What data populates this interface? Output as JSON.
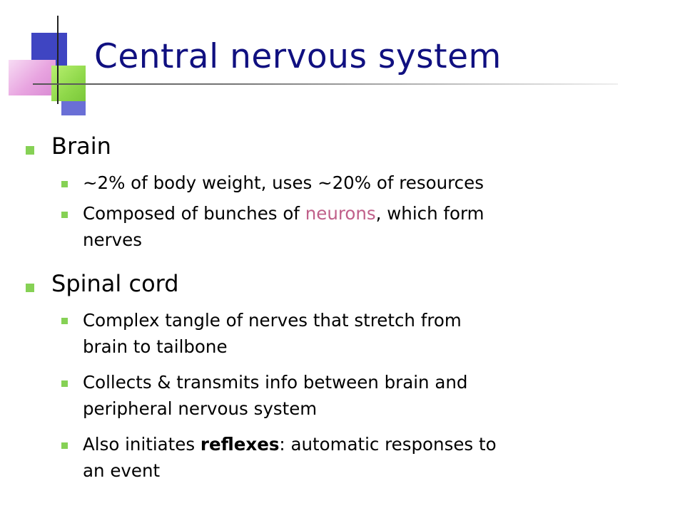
{
  "slide": {
    "title": "Central nervous system",
    "sections": [
      {
        "heading": "Brain",
        "items": [
          {
            "text": "~2% of body weight, uses ~20% of resources"
          },
          {
            "before": "Composed of bunches of ",
            "highlight": "neurons",
            "after": ", which form",
            "line2": "nerves"
          }
        ]
      },
      {
        "heading": "Spinal cord",
        "items": [
          {
            "line1": "Complex tangle of nerves that stretch from",
            "line2": "brain to tailbone"
          },
          {
            "line1": "Collects & transmits info between brain and",
            "line2": "peripheral nervous system"
          },
          {
            "before": "Also initiates ",
            "bold": "reflexes",
            "after": ": automatic responses to",
            "line2": "an event"
          }
        ]
      }
    ]
  },
  "colors": {
    "title": "#101080",
    "bullet": "#86d155",
    "highlight": "#c0608a"
  }
}
